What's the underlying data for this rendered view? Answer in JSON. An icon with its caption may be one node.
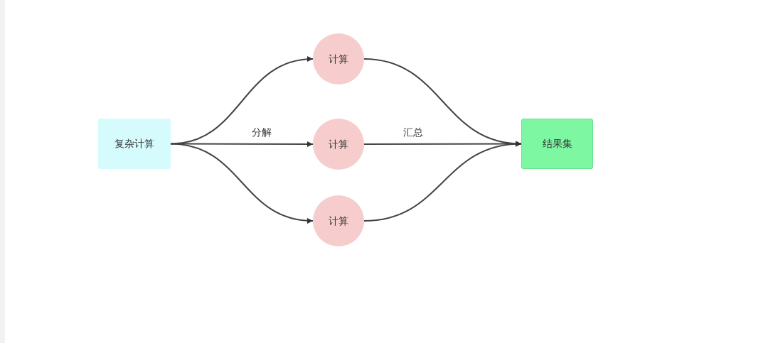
{
  "diagram": {
    "nodes": [
      {
        "text": [
          "复杂计算"
        ]
      },
      {
        "text": [
          "计算"
        ]
      },
      {
        "text": [
          "计算"
        ]
      },
      {
        "text": [
          "计算"
        ]
      },
      {
        "text": [
          "结果集"
        ]
      }
    ],
    "edges": [
      {
        "from": 0,
        "to": 1,
        "arrow": "to"
      },
      {
        "from": 0,
        "to": 2,
        "arrow": "to",
        "label": "分解"
      },
      {
        "from": 0,
        "to": 3,
        "arrow": "to"
      },
      {
        "from": 1,
        "to": 4,
        "arrow": "to"
      },
      {
        "from": 2,
        "to": 4,
        "arrow": "to",
        "label": "汇总"
      },
      {
        "from": 3,
        "to": 4,
        "arrow": "to"
      }
    ]
  }
}
